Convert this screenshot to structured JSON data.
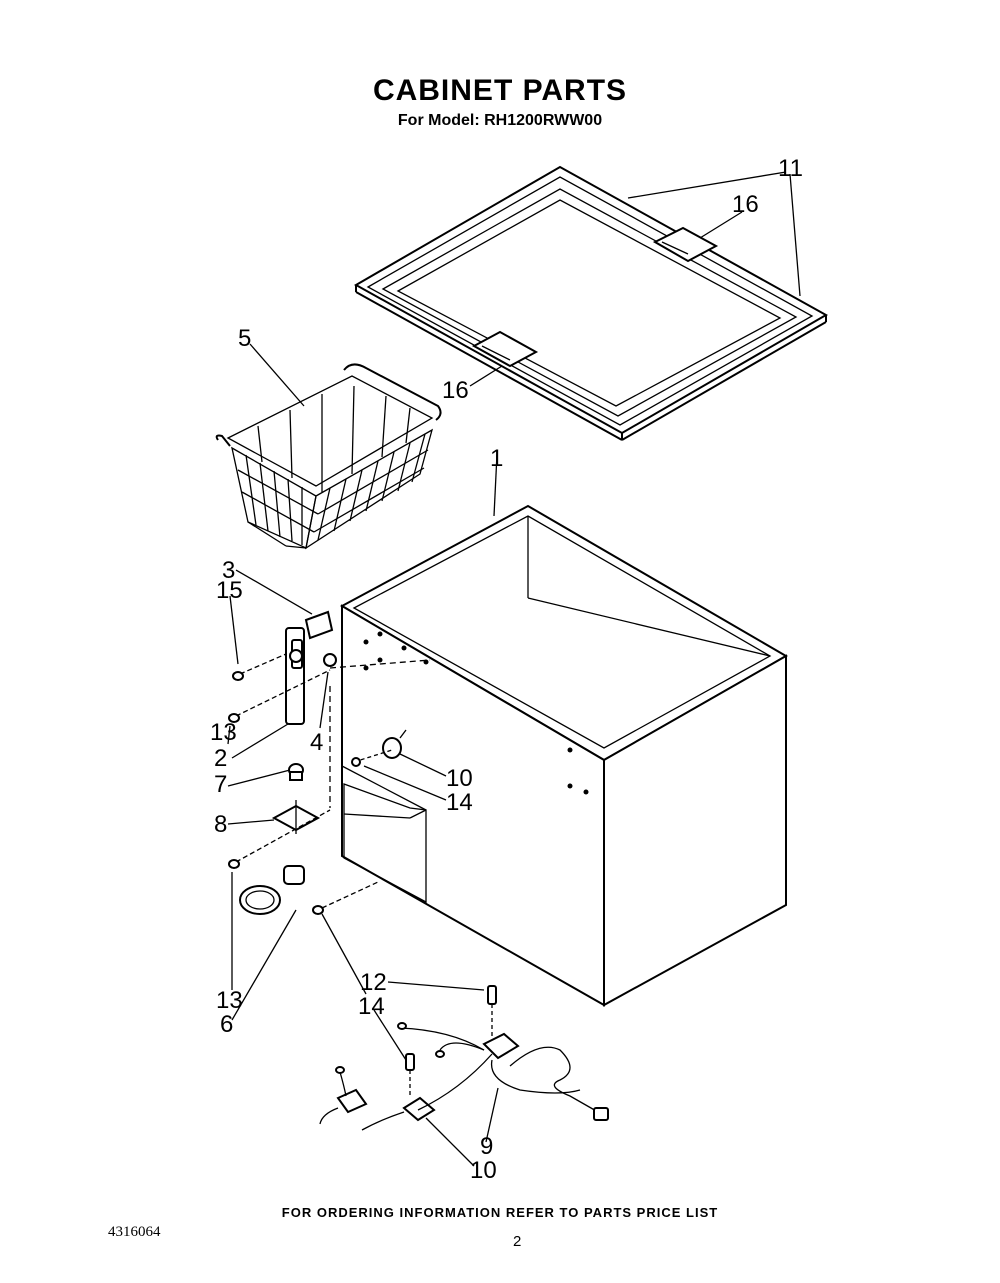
{
  "header": {
    "title": "CABINET PARTS",
    "subtitle": "For Model: RH1200RWW00"
  },
  "callouts": [
    {
      "id": "c11",
      "label": "11"
    },
    {
      "id": "c16a",
      "label": "16"
    },
    {
      "id": "c16b",
      "label": "16"
    },
    {
      "id": "c5",
      "label": "5"
    },
    {
      "id": "c1",
      "label": "1"
    },
    {
      "id": "c3",
      "label": "3"
    },
    {
      "id": "c15",
      "label": "15"
    },
    {
      "id": "c4",
      "label": "4"
    },
    {
      "id": "c13a",
      "label": "13"
    },
    {
      "id": "c2",
      "label": "2"
    },
    {
      "id": "c7",
      "label": "7"
    },
    {
      "id": "c8",
      "label": "8"
    },
    {
      "id": "c10a",
      "label": "10"
    },
    {
      "id": "c14a",
      "label": "14"
    },
    {
      "id": "c13b",
      "label": "13"
    },
    {
      "id": "c6",
      "label": "6"
    },
    {
      "id": "c12",
      "label": "12"
    },
    {
      "id": "c14b",
      "label": "14"
    },
    {
      "id": "c9",
      "label": "9"
    },
    {
      "id": "c10b",
      "label": "10"
    }
  ],
  "footer": {
    "ordering_note": "FOR ORDERING INFORMATION REFER TO PARTS PRICE LIST",
    "document_number": "4316064",
    "page_number": "2"
  }
}
